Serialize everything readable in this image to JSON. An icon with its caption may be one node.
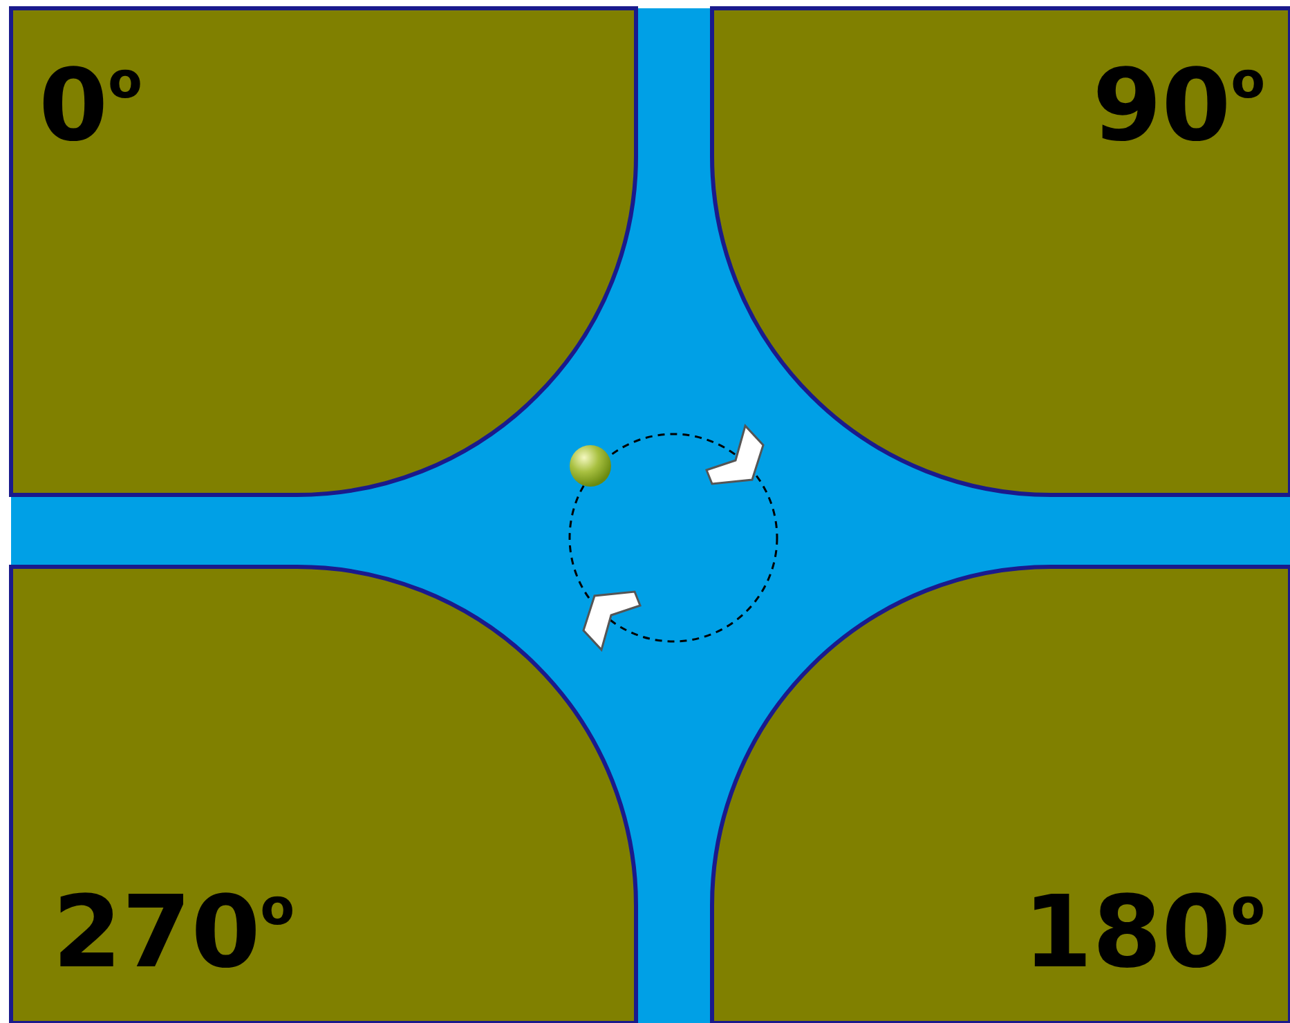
{
  "diagram": {
    "labels": [
      "0$^{o}$",
      "90$^{o}$",
      "270$^{o}$",
      "180$^{o}$"
    ]
  }
}
